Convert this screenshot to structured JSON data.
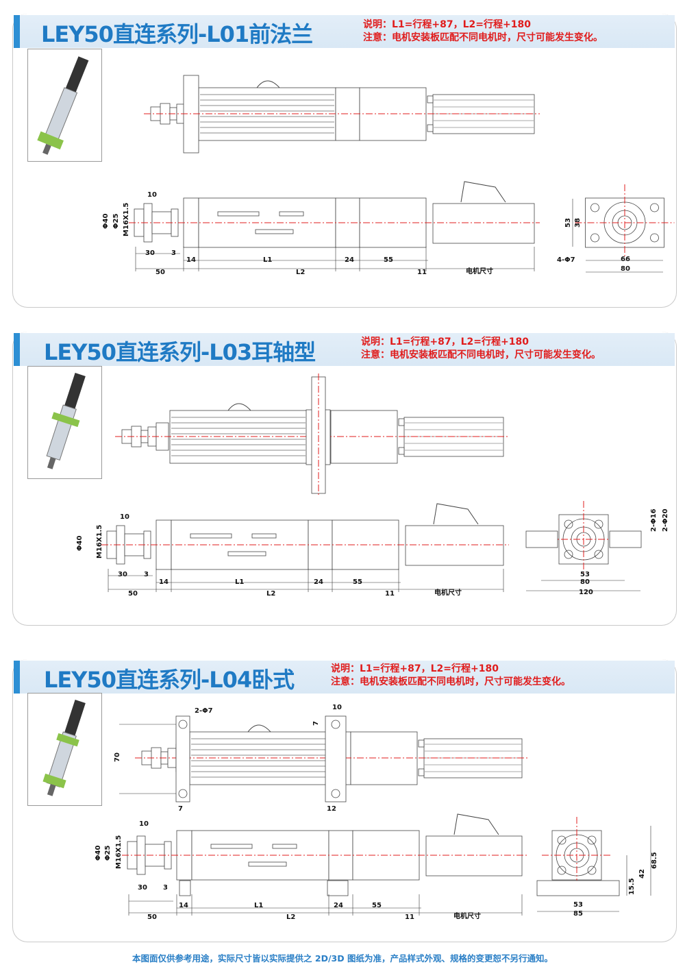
{
  "sections": [
    {
      "title": "LEY50直连系列-L01前法兰",
      "note1": "说明：L1=行程+87，L2=行程+180",
      "note2": "注意：电机安装板匹配不同电机时，尺寸可能发生变化。",
      "dims": {
        "d10": "10",
        "phi40": "Φ40",
        "phi25": "Φ25",
        "thread": "M16X1.5",
        "d30": "30",
        "d3": "3",
        "d14": "14",
        "L1": "L1",
        "d24": "24",
        "d55": "55",
        "d50": "50",
        "L2": "L2",
        "d11": "11",
        "motor": "电机尺寸",
        "d53": "53",
        "d38": "38",
        "holes": "4-Φ7",
        "d66": "66",
        "d80": "80"
      }
    },
    {
      "title": "LEY50直连系列-L03耳轴型",
      "note1": "说明：L1=行程+87，L2=行程+180",
      "note2": "注意：电机安装板匹配不同电机时，尺寸可能发生变化。",
      "dims": {
        "d10": "10",
        "phi40": "Φ40",
        "thread": "M16X1.5",
        "d30": "30",
        "d3": "3",
        "d14": "14",
        "L1": "L1",
        "d24": "24",
        "d55": "55",
        "d50": "50",
        "L2": "L2",
        "d11": "11",
        "motor": "电机尺寸",
        "d53": "53",
        "d80": "80",
        "d120": "120",
        "phi16": "2-Φ16",
        "phi20": "2-Φ20"
      }
    },
    {
      "title": "LEY50直连系列-L04卧式",
      "note1": "说明：L1=行程+87，L2=行程+180",
      "note2": "注意：电机安装板匹配不同电机时，尺寸可能发生变化。",
      "dims": {
        "holes": "2-Φ7",
        "d10top": "10",
        "d7a": "7",
        "d70": "70",
        "d7b": "7",
        "d12": "12",
        "d10": "10",
        "phi40": "Φ40",
        "phi25": "Φ25",
        "thread": "M16X1.5",
        "d30": "30",
        "d3": "3",
        "d14": "14",
        "L1": "L1",
        "d24": "24",
        "d55": "55",
        "d50": "50",
        "L2": "L2",
        "d11": "11",
        "motor": "电机尺寸",
        "d53": "53",
        "d85": "85",
        "d15": "15.5",
        "d42": "42",
        "d68": "68.5"
      }
    }
  ],
  "footer": "本图面仅供参考用途，实际尺寸皆以实际提供之 2D/3D 图纸为准，产品样式外观、规格的变更恕不另行通知。",
  "colors": {
    "title": "#1f7ac4",
    "note": "#e01c1c",
    "centerline": "#e01c1c",
    "accent": "#8bc34a"
  }
}
